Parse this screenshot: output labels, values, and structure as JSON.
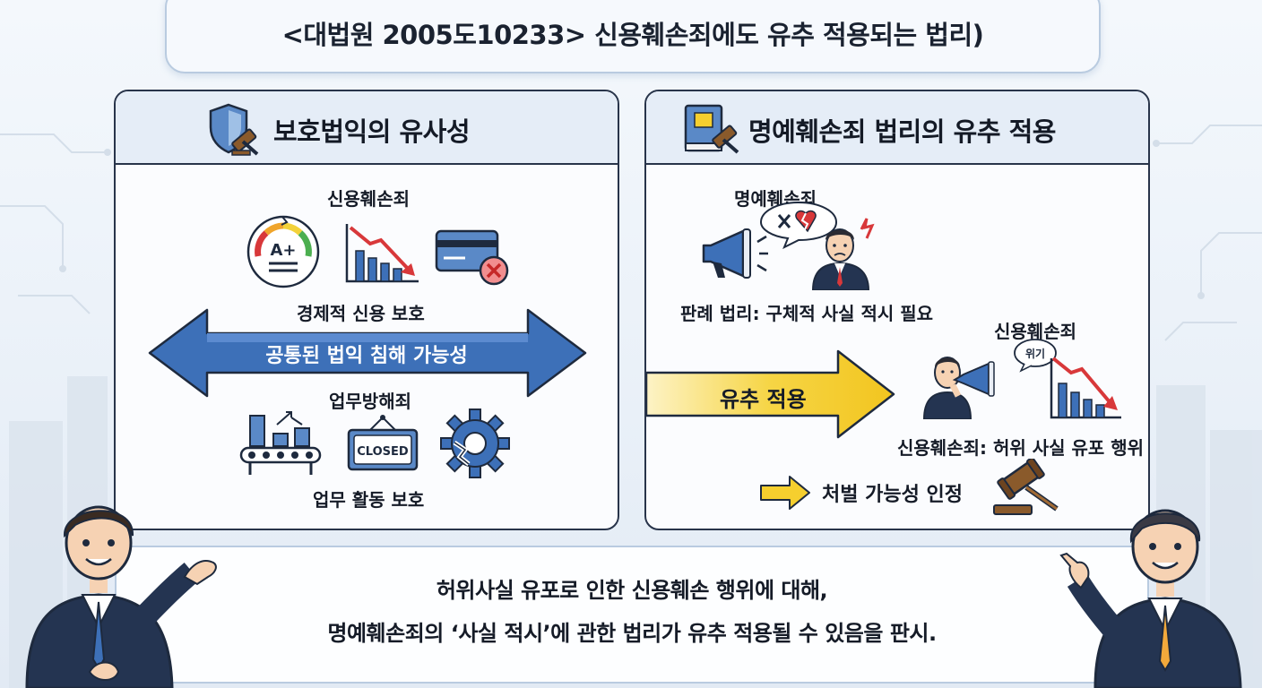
{
  "title": "<대법원 2005도10233> 신용훼손죄에도 유추 적용되는 법리)",
  "left_panel": {
    "heading": "보호법익의 유사성",
    "top_label": "신용훼손죄",
    "top_caption": "경제적 신용 보호",
    "rating_badge": "A+",
    "arrow_label": "공통된 법익 침해 가능성",
    "bottom_label": "업무방해죄",
    "closed_sign": "CLOSED",
    "bottom_caption": "업무 활동 보호"
  },
  "right_panel": {
    "heading": "명예훼손죄 법리의 유추 적용",
    "defamation_label": "명예훼손죄",
    "precedent_caption": "판례 법리: 구체적 사실 적시 필요",
    "analogy_arrow": "유추 적용",
    "credit_label": "신용훼손죄",
    "crisis_bubble": "위기",
    "credit_caption": "신용훼손죄: 허위 사실 유포 행위",
    "result_caption": "처벌 가능성 인정"
  },
  "conclusion": {
    "line1": "허위사실 유포로 인한 신용훼손 행위에 대해,",
    "line2": "명예훼손죄의 ‘사실 적시’에 관한 법리가 유추 적용될 수 있음을 판시."
  },
  "colors": {
    "navy_border": "#28344a",
    "header_fill": "#e5edf7",
    "blue_arrow": "#3d70b8",
    "yellow_arrow": "#f6cf2e",
    "red_accent": "#d8383a"
  }
}
